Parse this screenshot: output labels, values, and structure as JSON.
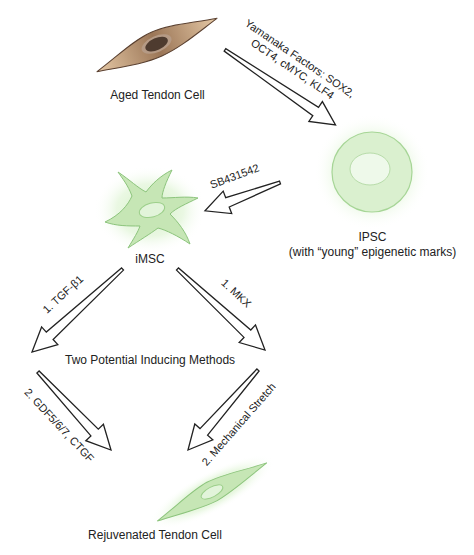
{
  "diagram": {
    "nodes": [
      {
        "text": [
          "Aged Tendon Cell"
        ]
      },
      {
        "text": [
          "IPSC",
          "(with “young” epigenetic marks)"
        ]
      },
      {
        "text": [
          "iMSC"
        ]
      },
      {
        "text": [
          "Rejuvenated Tendon Cell"
        ]
      }
    ],
    "edges": [
      {
        "from": 0,
        "to": 1,
        "arrow": "to",
        "label": "Yamanaka Factors: SOX2, OCT4, cMYC, KLF4"
      },
      {
        "from": 1,
        "to": 2,
        "arrow": "to",
        "label": "SB431542"
      },
      {
        "from": 2,
        "to": 3,
        "arrow": "to",
        "label": "1. TGF-β1"
      },
      {
        "from": 2,
        "to": 3,
        "arrow": "to",
        "label": "1. MKX"
      }
    ],
    "labels": [
      "Two Potential Inducing Methods",
      "2. GDF5/6/7, CTGF",
      "2. Mechanical Stretch"
    ]
  }
}
